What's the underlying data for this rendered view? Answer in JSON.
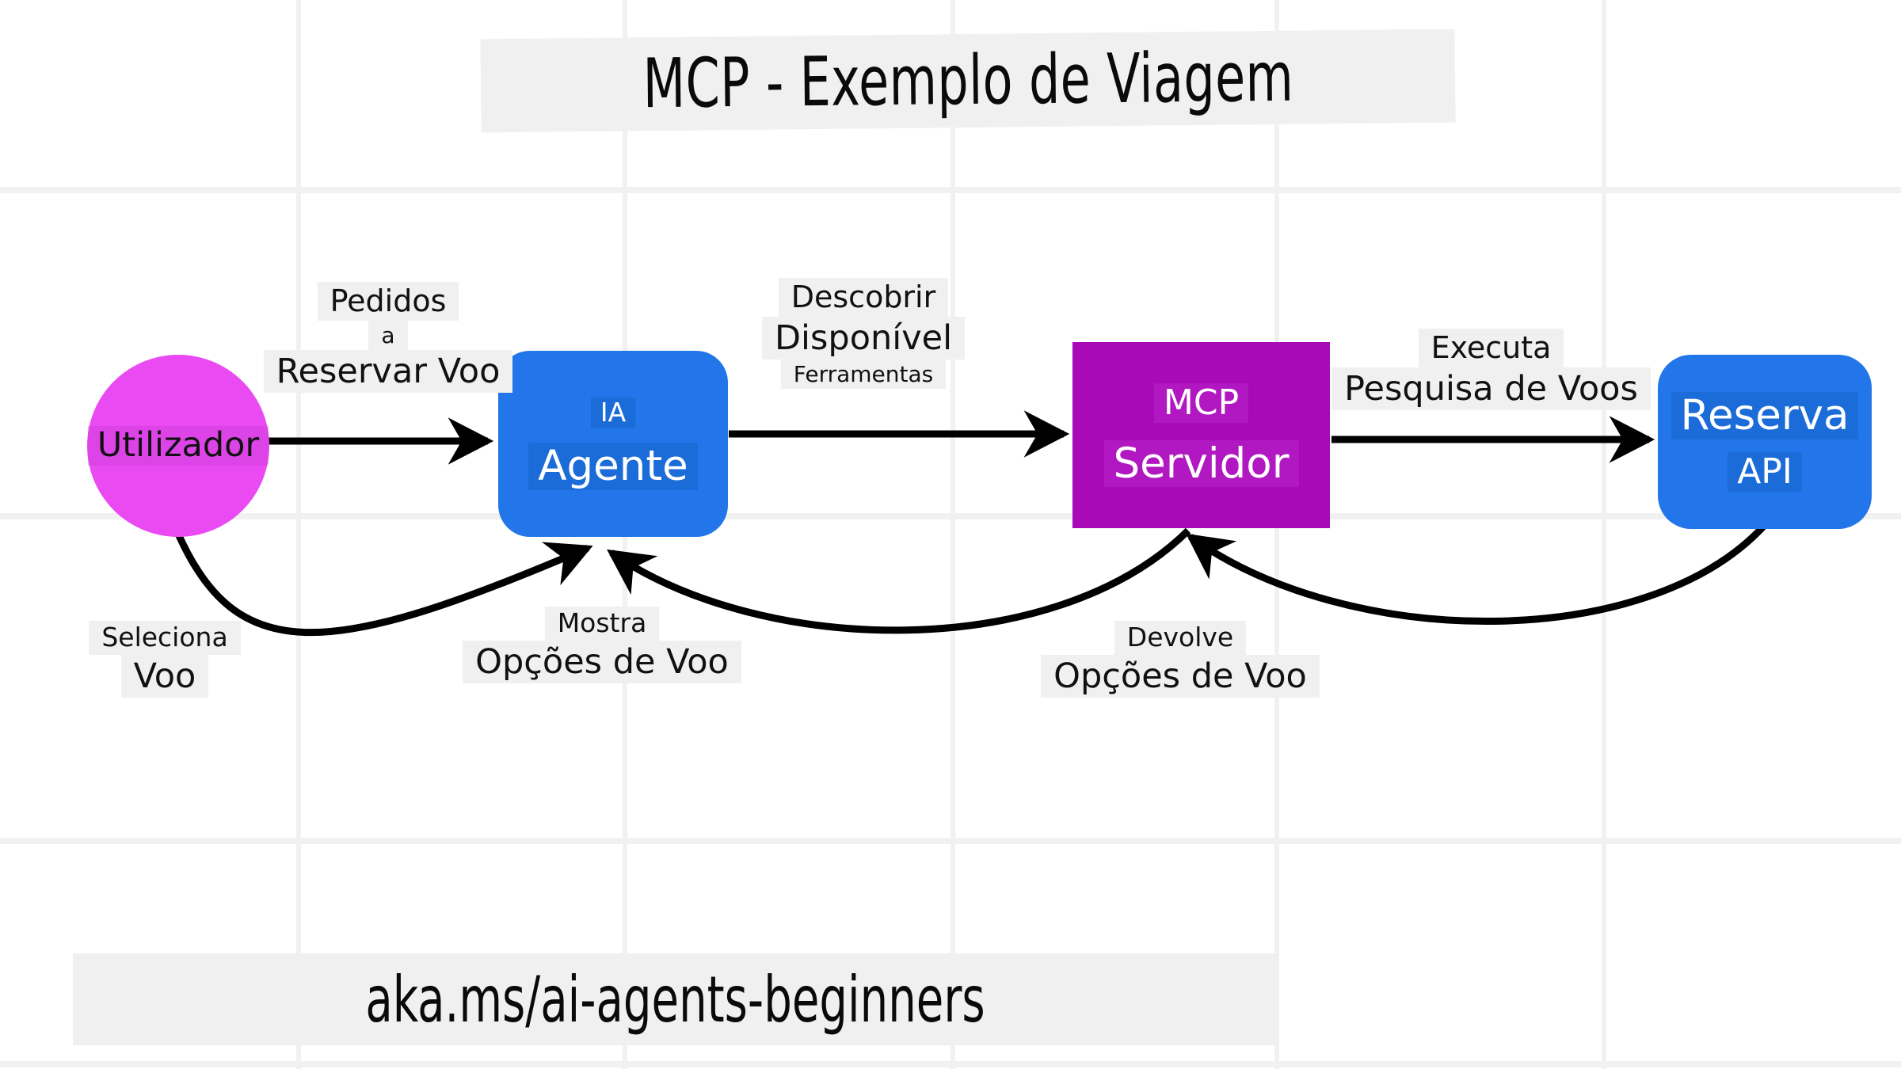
{
  "title": "MCP - Exemplo de Viagem",
  "footer": "aka.ms/ai-agents-beginners",
  "colors": {
    "user_node": "#ea4af2",
    "agent_node": "#2276ea",
    "server_node": "#a80ab8",
    "api_node": "#2276ea",
    "arrow": "#000000",
    "label_background": "#f0f0f0",
    "grid_line": "#f1f1f1",
    "canvas_background": "#ffffff"
  },
  "nodes": [
    {
      "id": "user",
      "shape": "circle",
      "lines": [
        {
          "text": "Utilizador",
          "size": "lg"
        }
      ]
    },
    {
      "id": "agent",
      "shape": "rounded-rect",
      "lines": [
        {
          "text": "IA",
          "size": "sm"
        },
        {
          "text": "Agente",
          "size": "lg"
        }
      ]
    },
    {
      "id": "server",
      "shape": "rect",
      "lines": [
        {
          "text": "MCP",
          "size": "md"
        },
        {
          "text": "Servidor",
          "size": "lg"
        }
      ]
    },
    {
      "id": "api",
      "shape": "rounded-rect",
      "lines": [
        {
          "text": "Reserva",
          "size": "md"
        },
        {
          "text": "API",
          "size": "sm"
        }
      ]
    }
  ],
  "edges": [
    {
      "id": "user-to-agent",
      "from": "user",
      "to": "agent",
      "direction": "forward",
      "style": "straight",
      "lines": [
        {
          "text": "Pedidos",
          "size": "md"
        },
        {
          "text": "a",
          "size": "xs"
        },
        {
          "text": "Reservar Voo",
          "size": "lg"
        }
      ]
    },
    {
      "id": "agent-to-server",
      "from": "agent",
      "to": "server",
      "direction": "forward",
      "style": "straight",
      "lines": [
        {
          "text": "Descobrir",
          "size": "md"
        },
        {
          "text": "Disponível",
          "size": "lg"
        },
        {
          "text": "Ferramentas",
          "size": "xs"
        }
      ]
    },
    {
      "id": "server-to-api",
      "from": "server",
      "to": "api",
      "direction": "forward",
      "style": "straight",
      "lines": [
        {
          "text": "Executa",
          "size": "md"
        },
        {
          "text": "Pesquisa de Voos",
          "size": "lg"
        }
      ]
    },
    {
      "id": "user-to-agent-return",
      "from": "user",
      "to": "agent",
      "direction": "return",
      "style": "curved",
      "lines": [
        {
          "text": "Seleciona",
          "size": "sm"
        },
        {
          "text": "Voo",
          "size": "lg"
        }
      ]
    },
    {
      "id": "server-to-agent-return",
      "from": "server",
      "to": "agent",
      "direction": "return",
      "style": "curved",
      "lines": [
        {
          "text": "Mostra",
          "size": "sm"
        },
        {
          "text": "Opções de Voo",
          "size": "lg"
        }
      ]
    },
    {
      "id": "api-to-server-return",
      "from": "api",
      "to": "server",
      "direction": "return",
      "style": "curved",
      "lines": [
        {
          "text": "Devolve",
          "size": "sm"
        },
        {
          "text": "Opções de Voo",
          "size": "lg"
        }
      ]
    }
  ]
}
